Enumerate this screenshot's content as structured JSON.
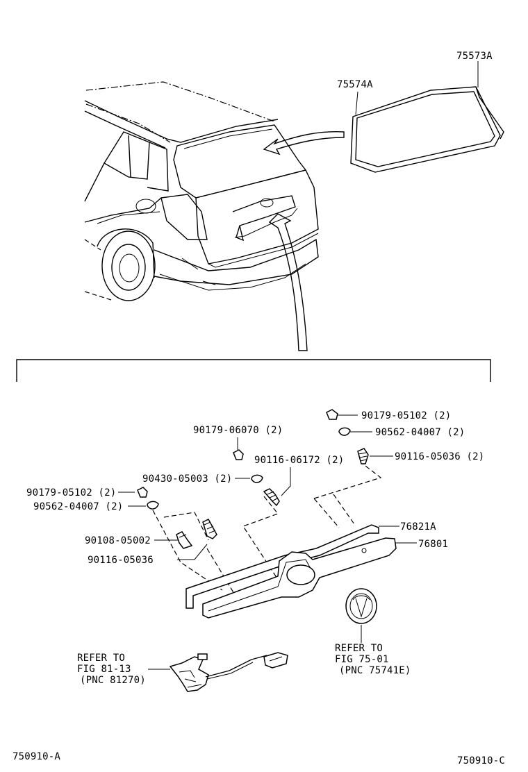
{
  "labels": {
    "p75573A": "75573A",
    "p75574A": "75574A",
    "p90179_06070": "90179-06070 (2)",
    "p90179_05102_top": "90179-05102 (2)",
    "p90562_04007_top": "90562-04007 (2)",
    "p90116_05036_top": "90116-05036 (2)",
    "p90116_06172": "90116-06172 (2)",
    "p90430_05003": "90430-05003 (2)",
    "p90179_05102_left": "90179-05102 (2)",
    "p90562_04007_left": "90562-04007 (2)",
    "p76821A": "76821A",
    "p76801": "76801",
    "p90108_05002": "90108-05002",
    "p90116_05036_left": "90116-05036",
    "refer_emblem_1": "REFER TO",
    "refer_emblem_2": "FIG 75-01",
    "refer_emblem_3": "(PNC 75741E)",
    "refer_lock_1": "REFER TO",
    "refer_lock_2": "FIG 81-13",
    "refer_lock_3": "(PNC 81270)",
    "code_left": "750910-A",
    "code_right": "750910-C"
  }
}
